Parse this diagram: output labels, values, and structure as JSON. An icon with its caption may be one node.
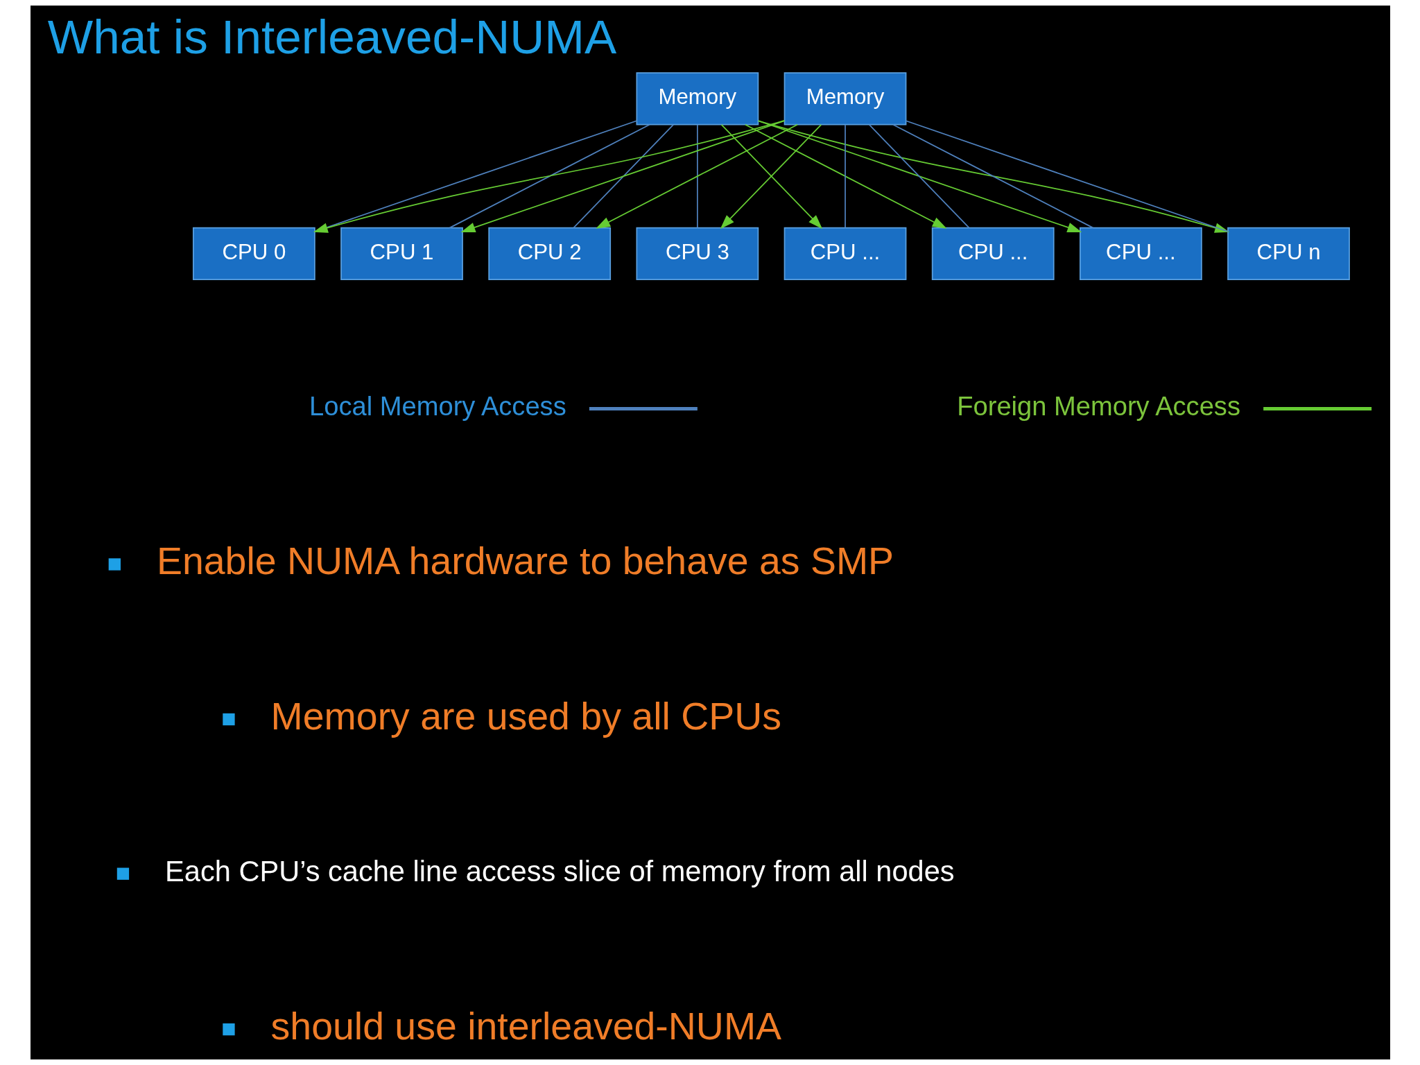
{
  "diagram": {
    "title": "What is Interleaved-NUMA",
    "nodes": [
      {
        "text": [
          "Memory"
        ]
      },
      {
        "text": [
          "Memory"
        ]
      },
      {
        "text": [
          "CPU 0"
        ]
      },
      {
        "text": [
          "CPU 1"
        ]
      },
      {
        "text": [
          "CPU 2"
        ]
      },
      {
        "text": [
          "CPU 3"
        ]
      },
      {
        "text": [
          "CPU ..."
        ]
      },
      {
        "text": [
          "CPU ..."
        ]
      },
      {
        "text": [
          "CPU ..."
        ]
      },
      {
        "text": [
          "CPU n"
        ]
      }
    ],
    "edges": [
      {
        "from": 0,
        "to": 2,
        "arrow": "none",
        "color": "#4f81bd"
      },
      {
        "from": 0,
        "to": 3,
        "arrow": "none",
        "color": "#4f81bd"
      },
      {
        "from": 0,
        "to": 4,
        "arrow": "none",
        "color": "#4f81bd"
      },
      {
        "from": 0,
        "to": 5,
        "arrow": "none",
        "color": "#4f81bd"
      },
      {
        "from": 1,
        "to": 6,
        "arrow": "none",
        "color": "#4f81bd"
      },
      {
        "from": 1,
        "to": 7,
        "arrow": "none",
        "color": "#4f81bd"
      },
      {
        "from": 1,
        "to": 8,
        "arrow": "none",
        "color": "#4f81bd"
      },
      {
        "from": 1,
        "to": 9,
        "arrow": "none",
        "color": "#4f81bd"
      },
      {
        "from": 0,
        "to": 6,
        "arrow": "to",
        "color": "#66cc33"
      },
      {
        "from": 0,
        "to": 7,
        "arrow": "to",
        "color": "#66cc33"
      },
      {
        "from": 0,
        "to": 8,
        "arrow": "to",
        "color": "#66cc33"
      },
      {
        "from": 0,
        "to": 9,
        "arrow": "to",
        "color": "#66cc33"
      },
      {
        "from": 1,
        "to": 2,
        "arrow": "to",
        "color": "#66cc33"
      },
      {
        "from": 1,
        "to": 3,
        "arrow": "to",
        "color": "#66cc33"
      },
      {
        "from": 1,
        "to": 4,
        "arrow": "to",
        "color": "#66cc33"
      },
      {
        "from": 1,
        "to": 5,
        "arrow": "to",
        "color": "#66cc33"
      }
    ],
    "labels": [
      "Enable NUMA hardware to behave as SMP",
      "Memory are used by all CPUs",
      "Each CPU’s cache line access slice of memory from all nodes",
      "should use interleaved-NUMA"
    ],
    "legend": [
      {
        "text": "Local Memory Access"
      },
      {
        "text": "Foreign Memory Access"
      }
    ]
  }
}
